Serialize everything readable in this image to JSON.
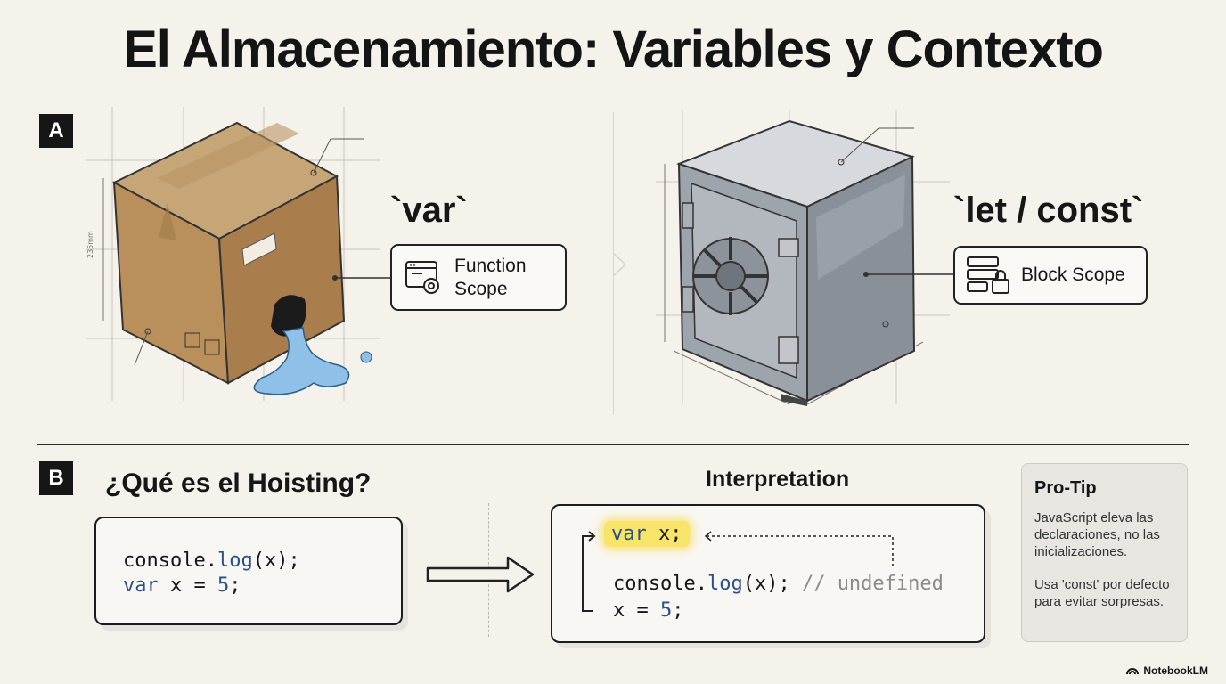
{
  "title": "El Almacenamiento: Variables y Contexto",
  "section_a": {
    "badge": "A",
    "left": {
      "keyword": "`var`",
      "scope_line1": "Function",
      "scope_line2": "Scope",
      "icon": "window-gear-icon"
    },
    "right": {
      "keyword": "`let / const`",
      "scope_label": "Block Scope",
      "icon": "stack-lock-icon"
    },
    "illustrations": {
      "box": "leaking-cardboard-box",
      "safe": "steel-safe"
    }
  },
  "section_b": {
    "badge": "B",
    "title": "¿Qué es el Hoisting?",
    "original_code": {
      "line1_pre": "console.",
      "line1_fn": "log",
      "line1_post": "(x);",
      "line2_kw": "var",
      "line2_mid": " x = ",
      "line2_num": "5",
      "line2_end": ";"
    },
    "interpretation_label": "Interpretation",
    "interpreted_code": {
      "hoisted_kw": "var",
      "hoisted_rest": " x;",
      "line2_pre": "console.",
      "line2_fn": "log",
      "line2_post": "(x); ",
      "line2_comment": "// undefined",
      "line3_pre": "x = ",
      "line3_num": "5",
      "line3_end": ";"
    }
  },
  "pro_tip": {
    "title": "Pro-Tip",
    "text1": "JavaScript eleva las declaraciones, no las inicializaciones.",
    "text2": "Usa 'const' por defecto para evitar sorpresas."
  },
  "brand": "NotebookLM",
  "colors": {
    "accent_code": "#2a4f8a",
    "highlight": "#f9e46a",
    "water": "#8fc0e8"
  }
}
